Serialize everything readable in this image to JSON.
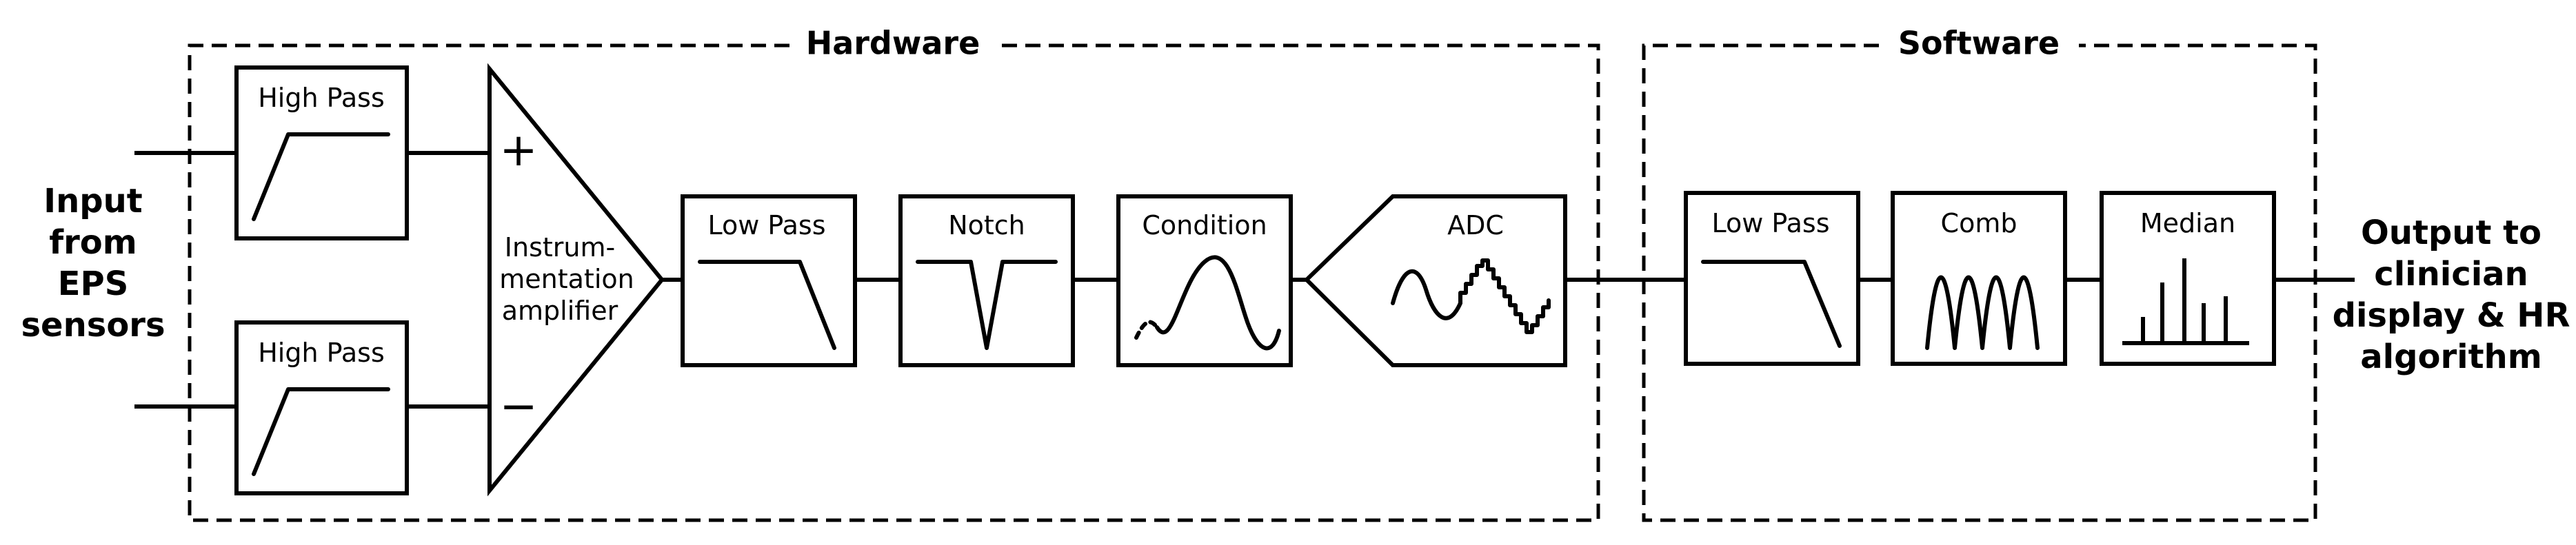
{
  "groups": {
    "hardware": "Hardware",
    "software": "Software"
  },
  "io": {
    "input": [
      "Input",
      "from",
      "EPS",
      "sensors"
    ],
    "output": [
      "Output to",
      "clinician",
      "display & HR",
      "algorithm"
    ]
  },
  "blocks": {
    "hp_top": "High Pass",
    "hp_bottom": "High Pass",
    "amp": [
      "Instrum-",
      "mentation",
      "amplifier"
    ],
    "amp_plus": "+",
    "amp_minus": "−",
    "lp_hw": "Low Pass",
    "notch": "Notch",
    "condition": "Condition",
    "adc": "ADC",
    "lp_sw": "Low Pass",
    "comb": "Comb",
    "median": "Median"
  },
  "colors": {
    "stroke": "#000000",
    "background": "#ffffff"
  }
}
